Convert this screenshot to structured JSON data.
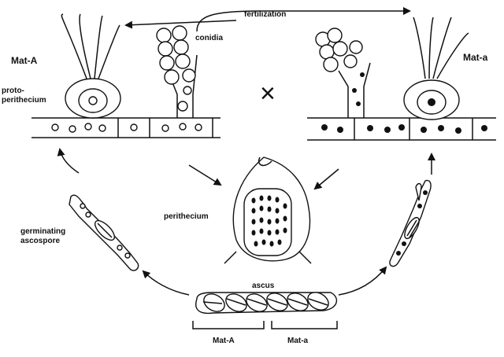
{
  "labels": {
    "fertilization": "fertilization",
    "conidia": "conidia",
    "mat_A": "Mat-A",
    "mat_a": "Mat-a",
    "protoperithecium_1": "proto-",
    "protoperithecium_2": "perithecium",
    "perithecium": "perithecium",
    "germinating_1": "germinating",
    "germinating_2": "ascospore",
    "ascus": "ascus",
    "ascus_left": "Mat-A",
    "ascus_right": "Mat-a",
    "cross": "×"
  }
}
